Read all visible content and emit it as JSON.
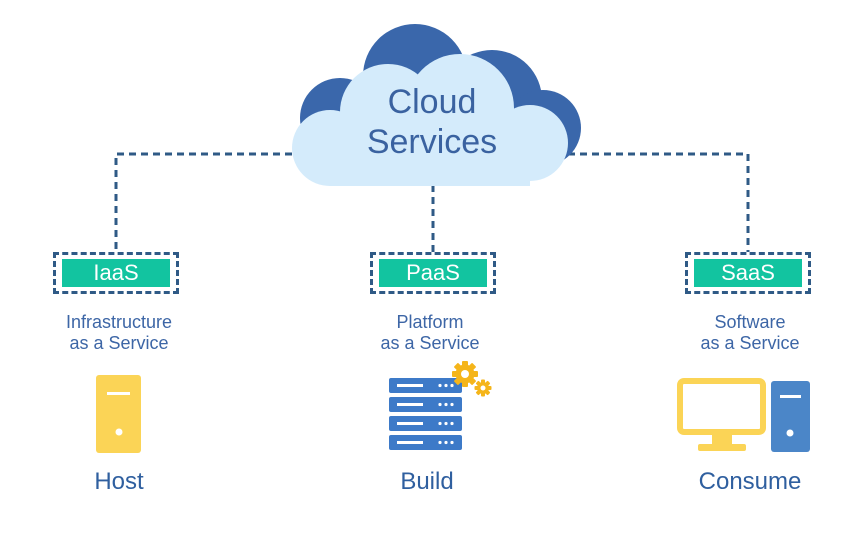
{
  "cloud": {
    "line1": "Cloud",
    "line2": "Services"
  },
  "models": [
    {
      "badge": "IaaS",
      "desc_line1": "Infrastructure",
      "desc_line2": "as a Service",
      "caption": "Host",
      "icon": "server-icon"
    },
    {
      "badge": "PaaS",
      "desc_line1": "Platform",
      "desc_line2": "as a Service",
      "caption": "Build",
      "icon": "server-rack-gears-icon"
    },
    {
      "badge": "SaaS",
      "desc_line1": "Software",
      "desc_line2": "as a Service",
      "caption": "Consume",
      "icon": "desktop-computer-icon"
    }
  ],
  "colors": {
    "cloud_fill": "#d4ebfb",
    "cloud_back": "#3a67ab",
    "connector": "#2f5a86",
    "badge": "#12c4a0",
    "text_blue": "#3d66a6",
    "yellow": "#fbd456",
    "gear_orange": "#f5b51a",
    "server_blue": "#3d7ac8",
    "tower_blue": "#4b86c8"
  }
}
